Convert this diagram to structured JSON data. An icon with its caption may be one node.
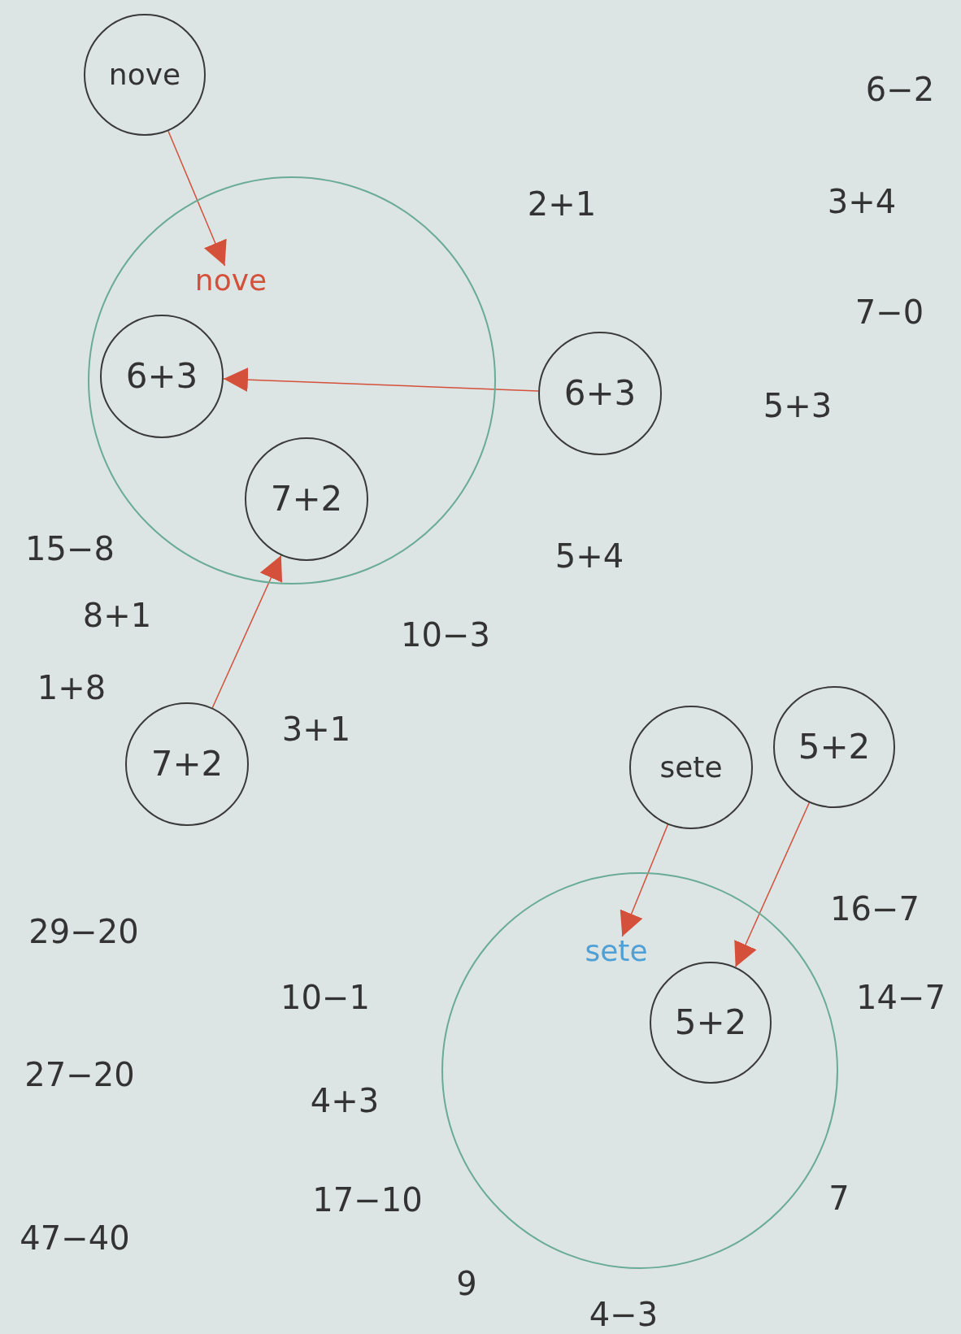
{
  "diagram": {
    "nodes": [
      {
        "text": [
          "nove"
        ]
      },
      {
        "text": [],
        "shape": "circle"
      },
      {
        "text": [
          "nove"
        ],
        "in": 1
      },
      {
        "text": [
          "6+3"
        ],
        "in": 1
      },
      {
        "text": [
          "7+2"
        ],
        "in": 1
      },
      {
        "text": [
          "6+3"
        ]
      },
      {
        "text": [
          "7+2"
        ]
      },
      {
        "text": [
          "sete"
        ]
      },
      {
        "text": [
          "5+2"
        ]
      },
      {
        "text": [],
        "shape": "circle"
      },
      {
        "text": [
          "sete"
        ],
        "in": 9
      },
      {
        "text": [
          "5+2"
        ],
        "in": 9
      }
    ],
    "edges": [
      {
        "from": 0,
        "to": 2,
        "arrow": "to"
      },
      {
        "from": 5,
        "to": 3,
        "arrow": "to"
      },
      {
        "from": 6,
        "to": 4,
        "arrow": "to"
      },
      {
        "from": 7,
        "to": 10,
        "arrow": "to"
      },
      {
        "from": 8,
        "to": 11,
        "arrow": "to"
      }
    ],
    "labels": [
      "6−2",
      "2+1",
      "3+4",
      "7−0",
      "5+3",
      "15−8",
      "5+4",
      "8+1",
      "10−3",
      "1+8",
      "3+1",
      "16−7",
      "29−20",
      "10−1",
      "14−7",
      "27−20",
      "4+3",
      "17−10",
      "7",
      "47−40",
      "9",
      "4−3"
    ]
  }
}
